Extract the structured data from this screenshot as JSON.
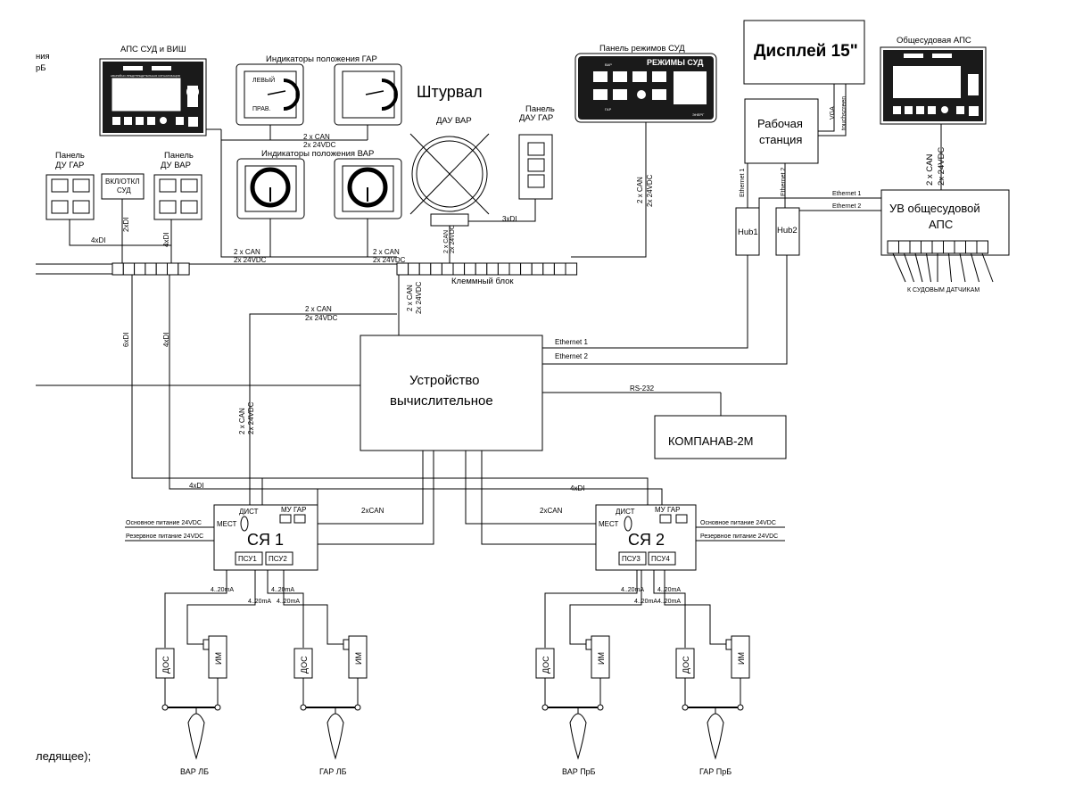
{
  "page": {
    "cut_top_left": "ния",
    "cut_top_left2": "рБ",
    "cut_bottom_left": "ледящее);"
  },
  "aps_sud": {
    "title": "АПС СУД и ВИШ",
    "screen_caption": "АВАРИЙНО-ПРЕДУПРЕДИТЕЛЬНАЯ СИГНАЛИЗАЦИЯ"
  },
  "ind_gar": {
    "title": "Индикаторы положения ГАР",
    "cap_top": "ЛЕВЫЙ",
    "cap_bottom": "ПРАВ."
  },
  "ind_var": {
    "title": "Индикаторы положения ВАР"
  },
  "shturval": {
    "title": "Штурвал",
    "dau": "ДАУ ВАР",
    "bus_a": "2 x CAN",
    "bus_b": "2x 24VDC",
    "xdi": "3xDI"
  },
  "panel_dau_gar": {
    "line1": "Панель",
    "line2": "ДАУ ГАР"
  },
  "panel_modes": {
    "title": "Панель режимов СУД",
    "header": "РЕЖИМЫ СУД",
    "vap": "ВАР",
    "gap": "ГАР",
    "brand": "ЭНЕРГ"
  },
  "display": {
    "label": "Дисплей 15\""
  },
  "workstation": {
    "line1": "Рабочая",
    "line2": "станция",
    "vga": "VGA",
    "touch": "touchscreen"
  },
  "aps_common": {
    "title": "Общесудовая АПС"
  },
  "uv": {
    "line1": "УВ общесудовой",
    "line2": "АПС",
    "sensors": "К СУДОВЫМ ДАТЧИКАМ",
    "can": "2 x CAN",
    "vdc": "2x 24VDC"
  },
  "hubs": {
    "hub1": "Hub1",
    "hub2": "Hub2",
    "eth1v": "Ethernet 1",
    "eth2v": "Ethernet 2",
    "eth1": "Ethernet 1",
    "eth2": "Ethernet 2"
  },
  "panel_du_gar": {
    "line1": "Панель",
    "line2": "ДУ  ГАР"
  },
  "vkl": {
    "line1": "ВКЛ/ОТКЛ",
    "line2": "СУД"
  },
  "panel_du_var": {
    "line1": "Панель",
    "line2": "ДУ  ВАР"
  },
  "bus": {
    "can": "2 x CAN",
    "vdc": "2x 24VDC",
    "xdi4": "4xDI",
    "xdi2": "2xDI",
    "xdi6": "6xDI",
    "can2": "2xCAN",
    "rs": "RS-232",
    "terminal": "Клеммный блок"
  },
  "computer": {
    "line1": "Устройство",
    "line2": "вычислительное"
  },
  "kompanav": {
    "label": "КОМПАНАВ-2М"
  },
  "eth": {
    "e1": "Ethernet 1",
    "e2": "Ethernet 2"
  },
  "sya1": {
    "label": "СЯ 1",
    "dist": "ДИСТ",
    "mest": "МЕСТ",
    "mu": "МУ ГАР",
    "p1": "ПСУ1",
    "p2": "ПСУ2",
    "main_power": "Основное питание 24VDC",
    "res_power": "Резервное питание 24VDC"
  },
  "sya2": {
    "label": "СЯ 2",
    "dist": "ДИСТ",
    "mest": "МЕСТ",
    "mu": "МУ ГАР",
    "p1": "ПСУ3",
    "p2": "ПСУ4",
    "main_power": "Основное питание 24VDC",
    "res_power": "Резервное питание 24VDC"
  },
  "signals": {
    "ma": "4..20mA",
    "dos": "ДОС",
    "im": "ИМ"
  },
  "rudders": {
    "r1": "ВАР ЛБ",
    "r2": "ГАР ЛБ",
    "r3": "ВАР ПрБ",
    "r4": "ГАР ПрБ"
  }
}
